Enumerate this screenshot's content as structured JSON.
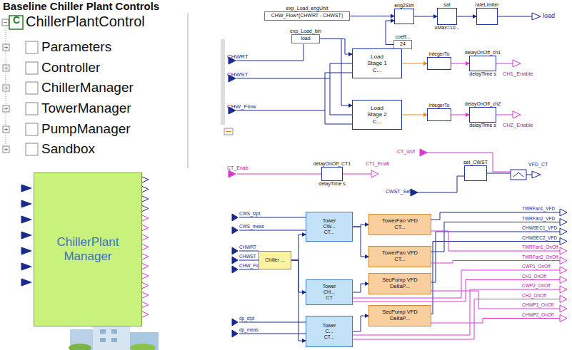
{
  "diagram": {
    "title": "Baseline Chiller Plant Controls",
    "nodes": [
      {
        "text": [
          "ChillerPlant Manager"
        ]
      },
      {
        "text": [
          "exp_Load_engUnit",
          "CHW_Flow*(CHWRT - CHWST)"
        ]
      },
      {
        "text": [
          "eng2Sim"
        ]
      },
      {
        "text": [
          "coeff...",
          "24"
        ]
      },
      {
        "text": [
          "sat",
          "uMax=10..."
        ]
      },
      {
        "text": [
          "rateLimiter"
        ]
      },
      {
        "text": [
          "exp_Load_bin",
          "load"
        ]
      },
      {
        "text": [
          "Load",
          "Stage 1",
          "C..."
        ]
      },
      {
        "text": [
          "Load",
          "Stage 2",
          "C..."
        ]
      },
      {
        "text": [
          "integerTo"
        ]
      },
      {
        "text": [
          "delayOnOff_ch1",
          "delayTime s"
        ]
      },
      {
        "text": [
          "integerTo"
        ]
      },
      {
        "text": [
          "delayOnOff_ch2",
          "delayTime s"
        ]
      },
      {
        "text": [
          "delayOnOff_CT1",
          "delayTime s"
        ]
      },
      {
        "text": [
          "set_CWST"
        ]
      },
      {
        "text": [
          "Chiller ..."
        ]
      },
      {
        "text": [
          "Tower",
          "CW...",
          "CT..."
        ]
      },
      {
        "text": [
          "Tower",
          "CH...",
          "CT"
        ]
      },
      {
        "text": [
          "Tower",
          "C...",
          "CT..."
        ]
      },
      {
        "text": [
          "TowerFan VFD",
          "CT..."
        ]
      },
      {
        "text": [
          "TowerFan VFD",
          "CT..."
        ]
      },
      {
        "text": [
          "SecPump VFD",
          "DeltaP..."
        ]
      },
      {
        "text": [
          "SecPump VFD",
          "DeltaP..."
        ]
      }
    ],
    "edges": [
      {
        "from": 1,
        "to": 2,
        "arrow": "to"
      },
      {
        "from": 3,
        "to": 2,
        "arrow": "to"
      },
      {
        "from": 2,
        "to": 4,
        "arrow": "to"
      },
      {
        "from": 4,
        "to": 5,
        "arrow": "to"
      },
      {
        "from": 6,
        "to": 7,
        "arrow": "to"
      },
      {
        "from": 6,
        "to": 8,
        "arrow": "to"
      },
      {
        "from": 7,
        "to": 9,
        "arrow": "to"
      },
      {
        "from": 9,
        "to": 10,
        "arrow": "to"
      },
      {
        "from": 8,
        "to": 11,
        "arrow": "to"
      },
      {
        "from": 11,
        "to": 12,
        "arrow": "to"
      },
      {
        "from": 15,
        "to": 16,
        "arrow": "to"
      },
      {
        "from": 15,
        "to": 17,
        "arrow": "to"
      },
      {
        "from": 15,
        "to": 18,
        "arrow": "to"
      },
      {
        "from": 16,
        "to": 19,
        "arrow": "to"
      },
      {
        "from": 16,
        "to": 20,
        "arrow": "to"
      },
      {
        "from": 17,
        "to": 21,
        "arrow": "to"
      },
      {
        "from": 18,
        "to": 22,
        "arrow": "to"
      }
    ],
    "labels": [
      "C",
      "ChillerPlantControl",
      "Parameters",
      "Controller",
      "ChillerManager",
      "TowerManager",
      "PumpManager",
      "Sandbox",
      "CHWRT",
      "CHWST",
      "CHW_Flow",
      "load",
      "CH1_Enable",
      "CH2_Enable",
      "CT_Enab",
      "CT1_Enab",
      "CT_on/f",
      "CWST_Set",
      "VFD_CT",
      "CWS_stpt",
      "CWS_meas",
      "CHWRT",
      "CHWST",
      "CHW_Flow",
      "dp_stpt",
      "dp_meas",
      "TWRFan1_VFD",
      "TWRFan2_VFD",
      "CHWSEC1_VFD",
      "CHWSEC2_VFD",
      "TWRFan1_OnOff",
      "TWRFan2_OnOff",
      "CWP1_OnOff",
      "CH1_OnOff",
      "CWP2_OnOff",
      "CH2_OnOff",
      "CHWP1_OnOff",
      "CHWP2_OnOff"
    ]
  }
}
